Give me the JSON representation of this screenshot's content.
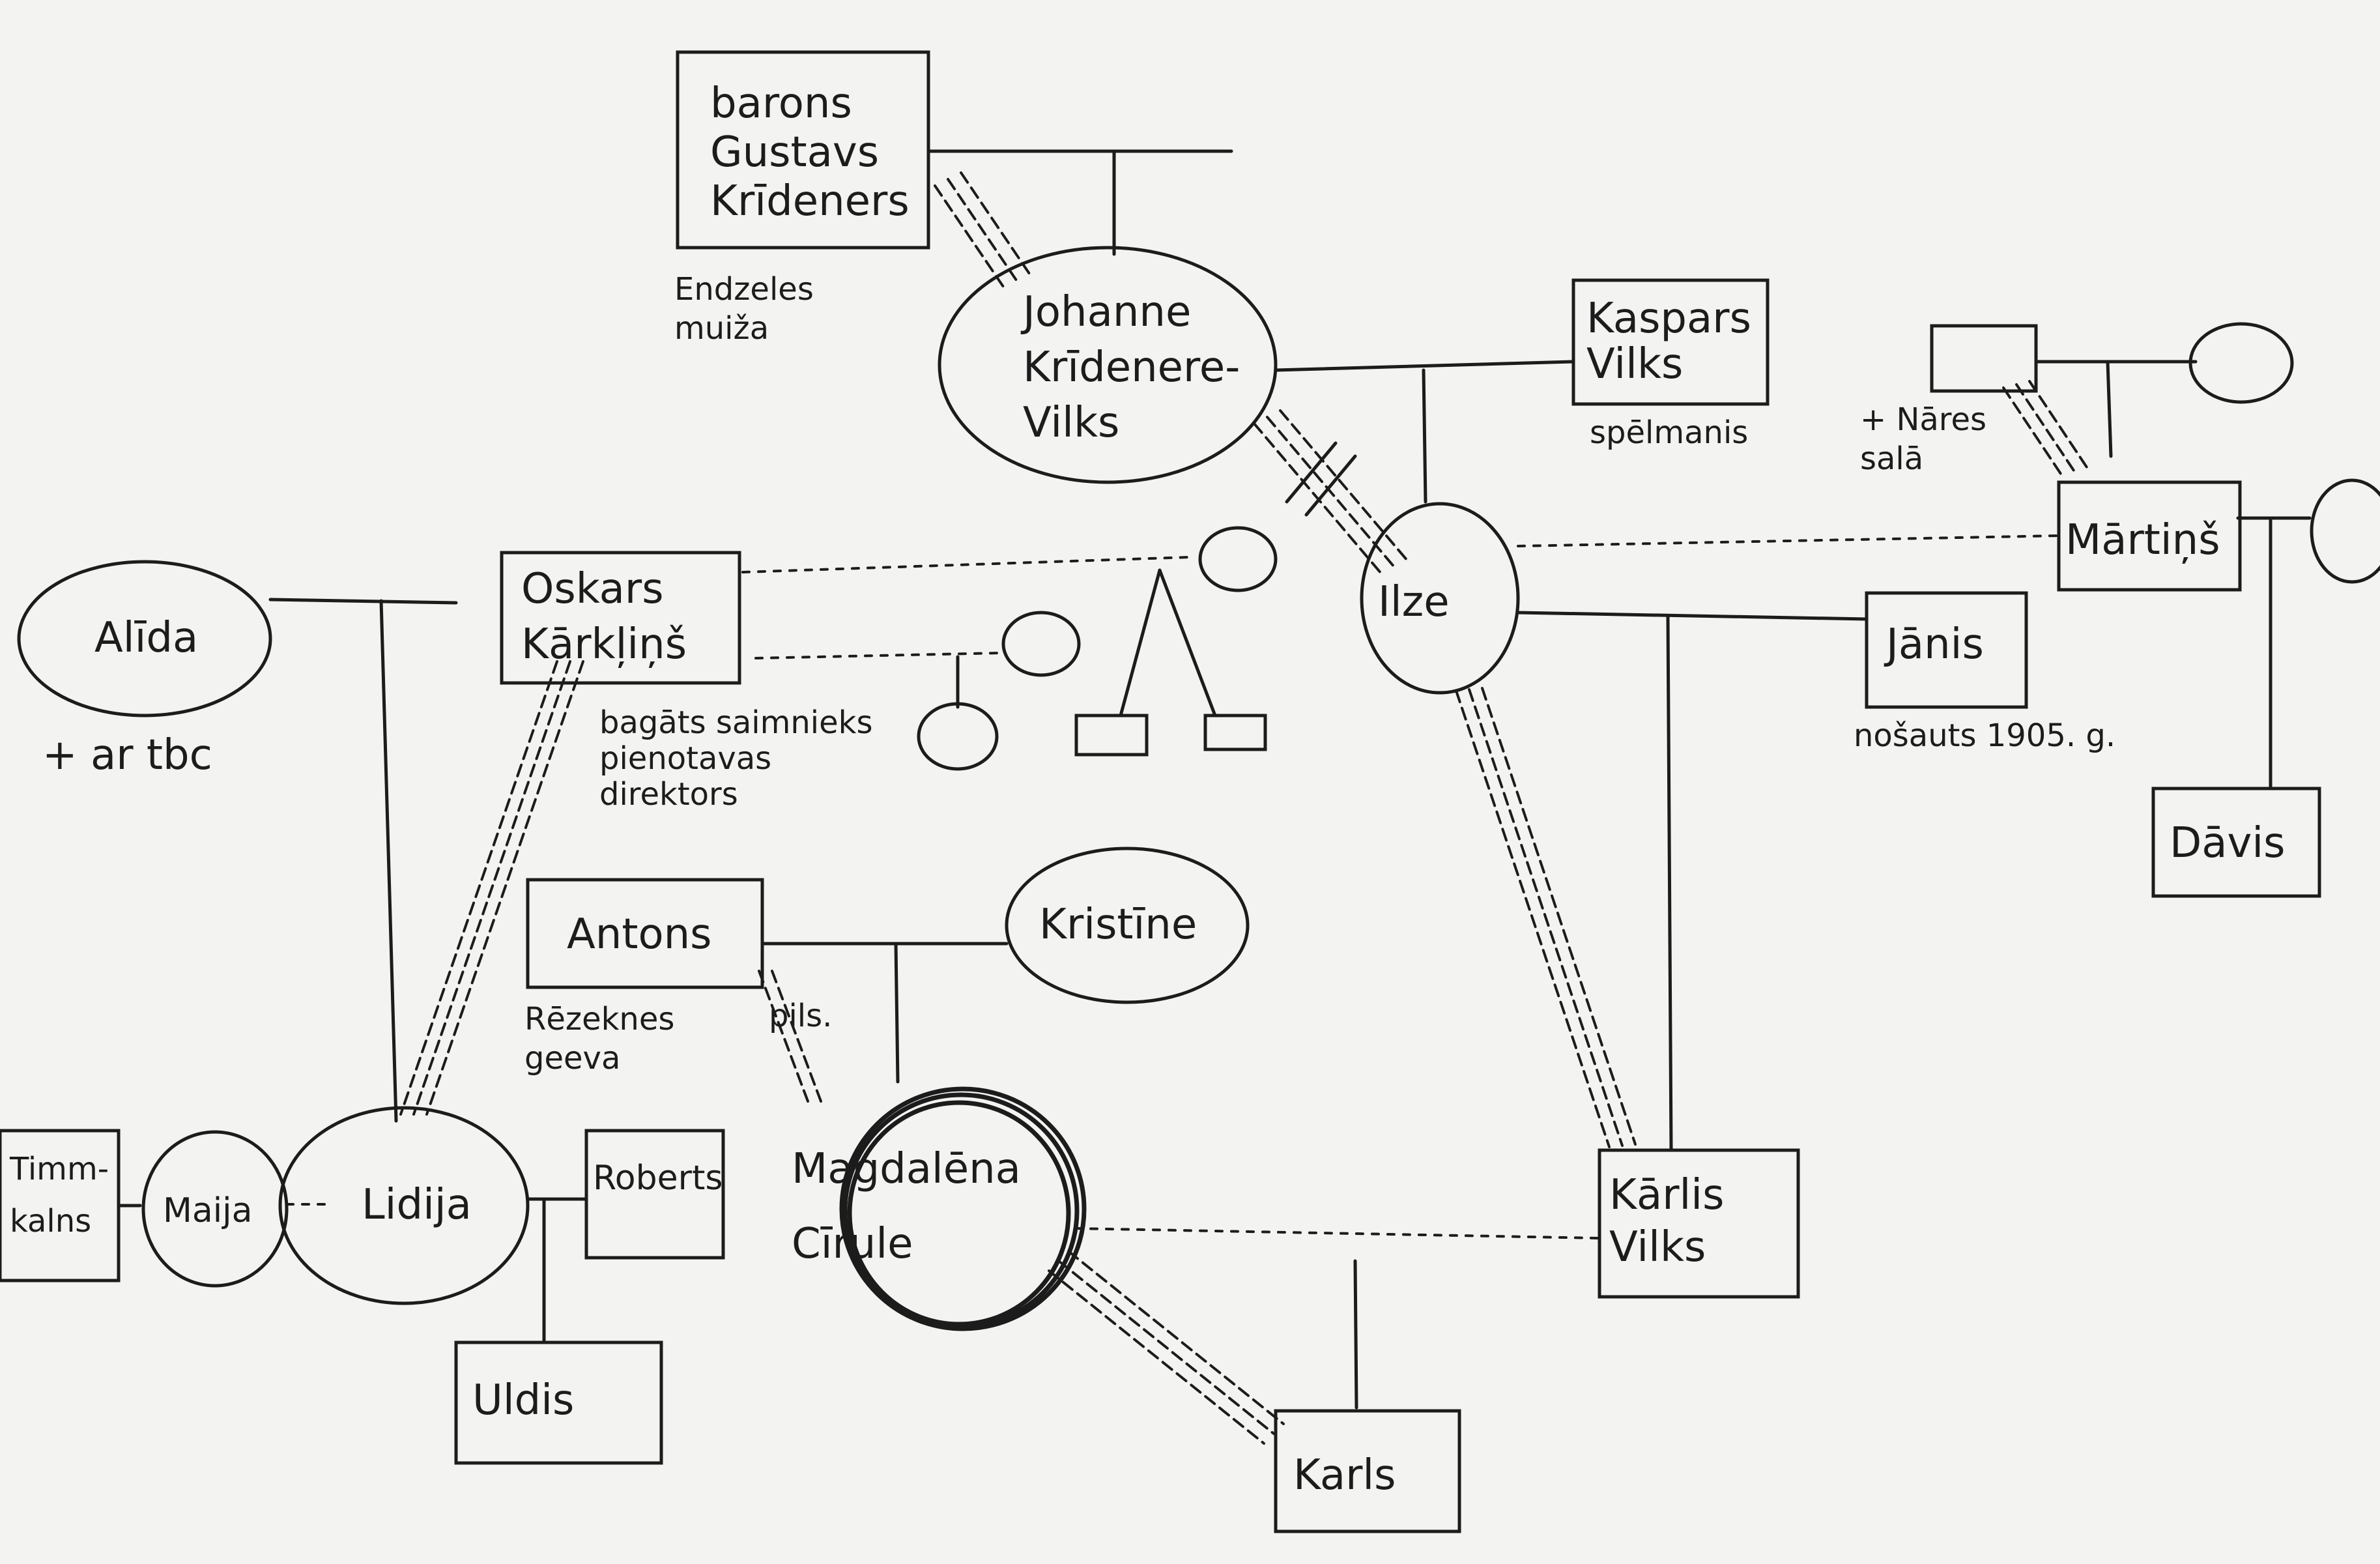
{
  "persons": {
    "gustavs": {
      "lines": [
        "barons",
        "Gustavs",
        "Krīdeners"
      ]
    },
    "johanne": {
      "lines": [
        "Johanne",
        "Krīdenere-",
        "Vilks"
      ]
    },
    "kaspars": {
      "lines": [
        "Kaspars",
        "Vilks"
      ]
    },
    "ilze": {
      "lines": [
        "Ilze"
      ]
    },
    "martins": {
      "lines": [
        "Mārtiņš"
      ]
    },
    "janis": {
      "lines": [
        "Jānis"
      ]
    },
    "davis": {
      "lines": [
        "Dāvis"
      ]
    },
    "alida": {
      "lines": [
        "Alīda"
      ]
    },
    "oskars": {
      "lines": [
        "Oskars",
        "Kārkļiņš"
      ]
    },
    "antons": {
      "lines": [
        "Antons"
      ]
    },
    "kristine": {
      "lines": [
        "Kristīne"
      ]
    },
    "magdalena": {
      "lines": [
        "Magdalēna",
        "Cīrule"
      ]
    },
    "karlis": {
      "lines": [
        "Kārlis",
        "Vilks"
      ]
    },
    "karls": {
      "lines": [
        "Karls"
      ]
    },
    "lidija": {
      "lines": [
        "Lidija"
      ]
    },
    "maija": {
      "lines": [
        "Maija"
      ]
    },
    "timmkalns": {
      "lines": [
        "Timm-",
        "kalns"
      ]
    },
    "roberts": {
      "lines": [
        "Roberts"
      ]
    },
    "uldis": {
      "lines": [
        "Uldis"
      ]
    }
  },
  "notes": {
    "endzeles": [
      "Endzeles",
      "muiža"
    ],
    "kaspars_role": [
      "spēlmanis"
    ],
    "nares": [
      "+ Nāres",
      "salā"
    ],
    "janis_note": [
      "nošauts 1905. g."
    ],
    "alida_note": [
      "+ ar tbc"
    ],
    "oskars_note": [
      "bagāts saimnieks",
      "pienotavas",
      "direktors"
    ],
    "antons_note": [
      "Rēzeknes",
      "geeva"
    ],
    "antons_pils": [
      "pils."
    ]
  }
}
